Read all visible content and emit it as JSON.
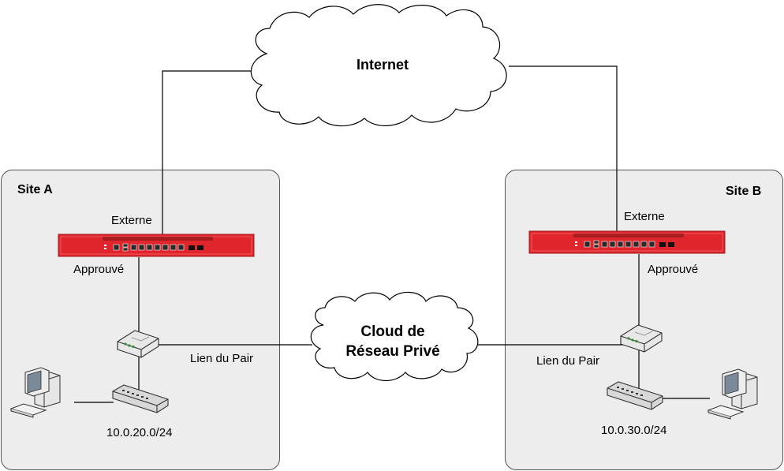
{
  "internet": {
    "label": "Internet"
  },
  "private_cloud": {
    "line1": "Cloud de",
    "line2": "Réseau Privé"
  },
  "site_a": {
    "title": "Site A",
    "external_label": "Externe",
    "trusted_label": "Approuvé",
    "peer_link_label": "Lien du Pair",
    "subnet": "10.0.20.0/24"
  },
  "site_b": {
    "title": "Site B",
    "external_label": "Externe",
    "trusted_label": "Approuvé",
    "peer_link_label": "Lien du Pair",
    "subnet": "10.0.30.0/24"
  },
  "colors": {
    "firewall": "#e0262c",
    "site_box_fill": "#ededed",
    "site_box_border": "#555555",
    "cloud_fill": "#ffffff",
    "line": "#000000"
  },
  "icons": {
    "firewall": "firewall-appliance-icon",
    "router": "router-icon",
    "switch": "switch-icon",
    "computer": "desktop-computer-icon"
  }
}
